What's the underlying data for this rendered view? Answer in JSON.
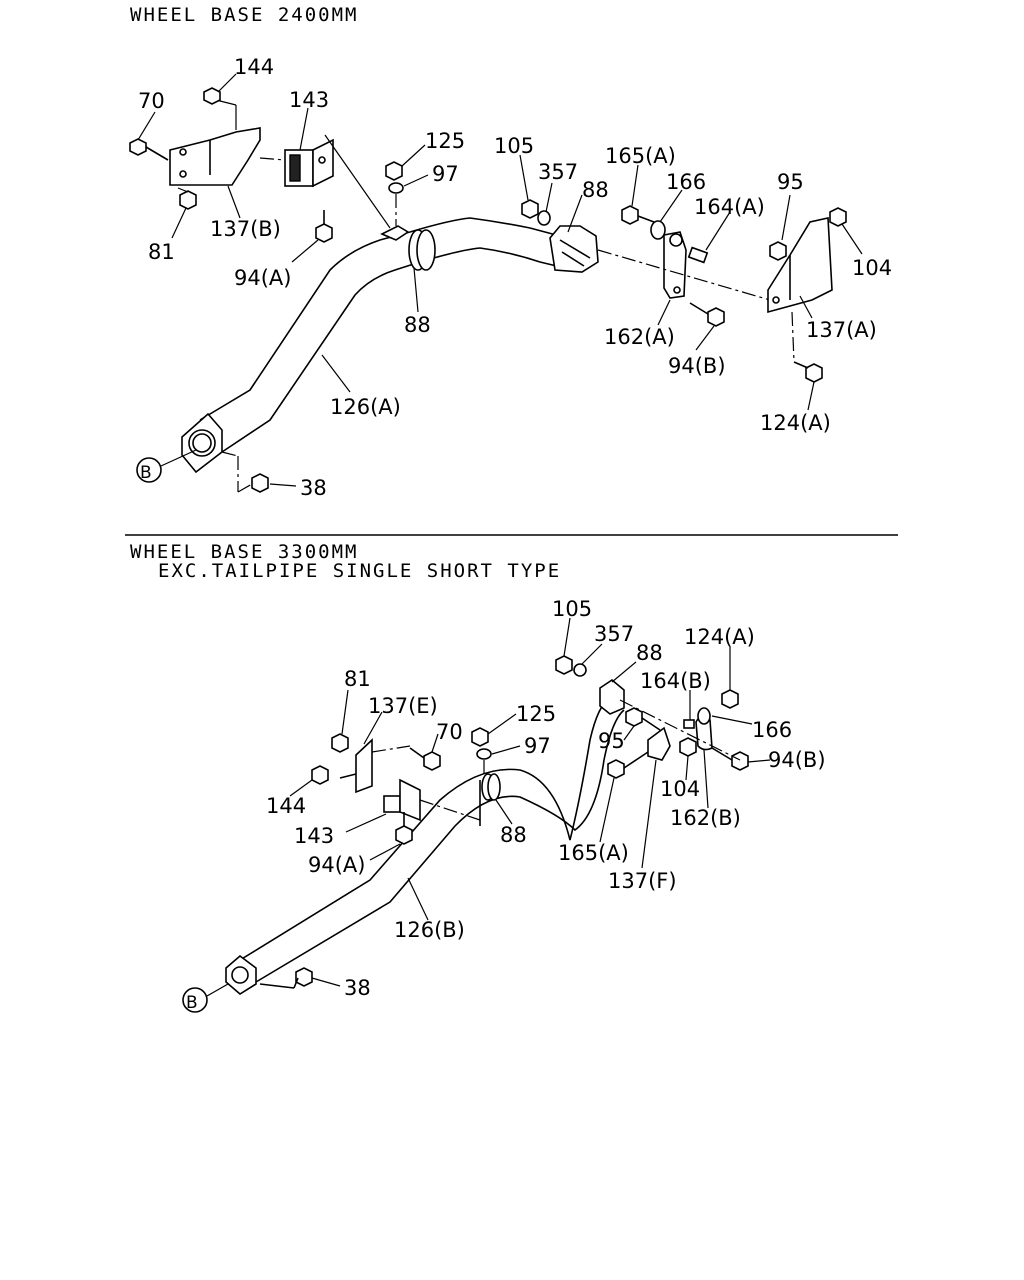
{
  "section_top": {
    "heading": "WHEEL BASE 2400MM",
    "labels": [
      "144",
      "70",
      "143",
      "125",
      "97",
      "105",
      "357",
      "88",
      "165(A)",
      "166",
      "95",
      "164(A)",
      "104",
      "137(A)",
      "162(A)",
      "94(B)",
      "124(A)",
      "88",
      "94(A)",
      "81",
      "137(B)",
      "126(A)",
      "38",
      "B"
    ]
  },
  "section_bottom": {
    "heading": "WHEEL BASE 3300MM",
    "subheading": "EXC.TAILPIPE SINGLE SHORT TYPE",
    "labels": [
      "105",
      "357",
      "88",
      "124(A)",
      "164(B)",
      "166",
      "81",
      "137(E)",
      "70",
      "125",
      "97",
      "95",
      "94(B)",
      "104",
      "162(B)",
      "144",
      "143",
      "94(A)",
      "88",
      "165(A)",
      "137(F)",
      "126(B)",
      "38",
      "B"
    ]
  }
}
